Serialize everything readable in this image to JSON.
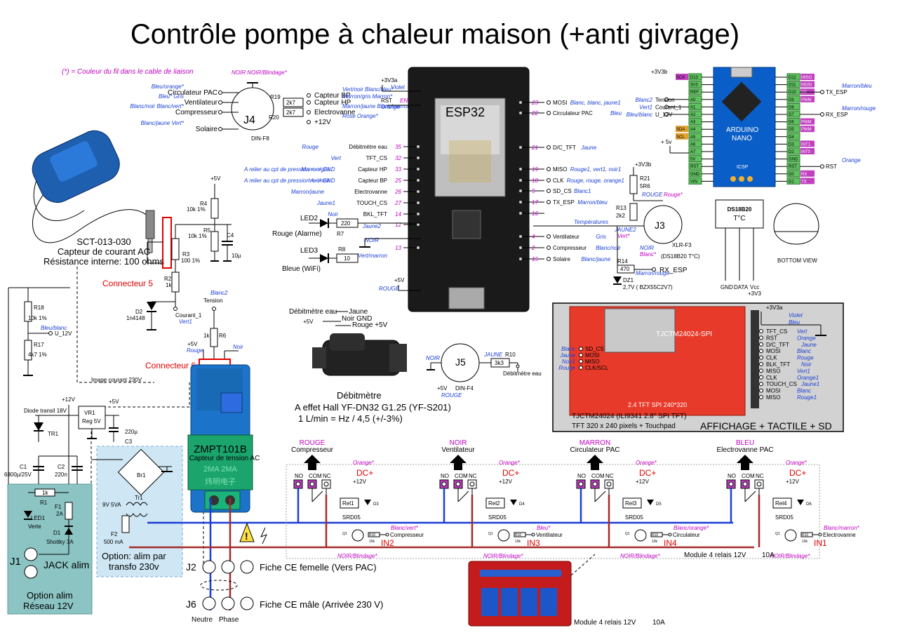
{
  "title": "Contrôle pompe à chaleur maison (+anti givrage)",
  "note": "(*) = Couleur du fil dans le cable de liaison",
  "sensor": {
    "model": "SCT-013-030",
    "line1": "Capteur de courant AC",
    "line2": "Résistance interne: 100 ohms",
    "connector": "Connecteur 5"
  },
  "j4": {
    "name": "J4",
    "type": "DIN-F8",
    "left": [
      {
        "label": "Circulateur PAC",
        "color": "Bleu/orange*"
      },
      {
        "label": "Ventilateur",
        "color": "Bleu* Gris"
      },
      {
        "label": "Compresseur",
        "color": "Blanc/noir Blanc/vert*"
      },
      {
        "label": "Solaire",
        "color": "Blanc/jaune Vert*"
      }
    ],
    "right": [
      {
        "label": "Capteur BP",
        "color": "Vert/noir Blanc/bleu*"
      },
      {
        "label": "Capteur HP",
        "color": "Marron/gris Marron*"
      },
      {
        "label": "Electrovanne",
        "color": "Marron/jaune Blanc/marron*"
      },
      {
        "label": "+12V",
        "color": "Rose Orange*"
      }
    ],
    "top": "NOIR NOIR/Blindage*",
    "r19": "R19",
    "r20": "R20",
    "rv": "2k7"
  },
  "esp": {
    "name": "ESP32",
    "v": "+3V3a",
    "vcolor": "Violet",
    "rst": "RST",
    "rstcolor": "Orange",
    "en": "EN",
    "gnd": "+5V",
    "gndcolor": "ROUGE",
    "left": [
      {
        "label": "Débitmètre eau",
        "color": "Rouge",
        "pin": "35"
      },
      {
        "label": "TFT_CS",
        "color": "Vert",
        "pin": "32"
      },
      {
        "label": "Capteur HP",
        "color": "Marron/gris",
        "pin": "33",
        "note": "A relier au cpt de pression <--> GND"
      },
      {
        "label": "Capteur BP",
        "color": "Vert/noir",
        "pin": "25",
        "note": "A relier au cpt de pression <--> GND"
      },
      {
        "label": "Electrovanne",
        "color": "Marron/jaune",
        "pin": "26"
      },
      {
        "label": "TOUCH_CS",
        "color": "Jaune1",
        "pin": "27"
      },
      {
        "label": "BKL_TFT",
        "color": "Noir",
        "pin": "14"
      },
      {
        "label": "",
        "color": "Jaune2",
        "pin": "12"
      },
      {
        "label": "",
        "color": "NOIR",
        "pin": "13"
      }
    ],
    "right": [
      {
        "label": "MOSI",
        "color": "Blanc, blanc, jaune1",
        "pin": "23"
      },
      {
        "label": "Circulateur PAC",
        "color": "Bleu",
        "pin": "22"
      },
      {
        "label": "D/C_TFT",
        "color": "Jaune",
        "pin": "21"
      },
      {
        "label": "MISO",
        "color": "Rouge1, vert1, noir1",
        "pin": "19"
      },
      {
        "label": "CLK",
        "color": "Rouge, rouge, orange1",
        "pin": "18"
      },
      {
        "label": "SD_CS",
        "color": "Blanc1",
        "pin": "5"
      },
      {
        "label": "TX_ESP",
        "color": "Marron/bleu",
        "pin": "17"
      },
      {
        "label": "",
        "color": "Températures",
        "pin": "16"
      },
      {
        "label": "Ventilateur",
        "color": "Gris",
        "pin": "4"
      },
      {
        "label": "Compresseur",
        "color": "Blanc/noir",
        "pin": "2"
      },
      {
        "label": "Solaire",
        "color": "Blanc/jaune",
        "pin": "15"
      }
    ]
  },
  "leds": {
    "led2": "LED2",
    "led2desc": "Rouge (Alarme)",
    "r7": "R7",
    "r7v": "220",
    "led3": "LED3",
    "led3desc": "Bleue (WiFi)",
    "r8": "R8",
    "r8v": "10",
    "r8color": "Vert/marron"
  },
  "nano": {
    "name": "ARDUINO",
    "name2": "NANO",
    "v": "+3V3b",
    "v5": "+ 5v",
    "left": [
      {
        "label": "Tension",
        "color": "Blanc2",
        "pin": "A0"
      },
      {
        "label": "Courant_1",
        "color": "Vert1",
        "pin": "A1"
      },
      {
        "label": "U_12V",
        "color": "Bleu/blanc",
        "pin": "A2"
      }
    ],
    "right": [
      {
        "label": "TX_ESP",
        "color": "Marron/bleu",
        "pin": "D10"
      },
      {
        "label": "RX_ESP",
        "color": "Marron/rouge",
        "pin": "D7"
      },
      {
        "label": "RST",
        "color": "Orange",
        "pin": "RST"
      }
    ],
    "pinsL": [
      "D13",
      "3V3",
      "REF",
      "A0",
      "A1",
      "A2",
      "A3",
      "A4",
      "A5",
      "A6",
      "A7",
      "5V",
      "RST",
      "GND",
      "VIN"
    ],
    "pinsR": [
      "D12",
      "D11",
      "D10",
      "D9",
      "D8",
      "D7",
      "D6",
      "D5",
      "D4",
      "D3",
      "D2",
      "GND",
      "RST",
      "D0",
      "D1"
    ],
    "tagsL": [
      "SCK",
      "",
      "",
      "",
      "",
      "",
      "",
      "SDA",
      "SCL"
    ],
    "tagsR": [
      "MISO",
      "MOSI",
      "SS",
      "PWM",
      "",
      "",
      "PWM",
      "PWM",
      "",
      "INT1",
      "INT0",
      "",
      "",
      "RX",
      "TX"
    ],
    "icsp": "ICSP"
  },
  "temp": {
    "v": "+3V3b",
    "r21": "R21",
    "r21v": "5R6",
    "r13": "R13",
    "r13v": "2k2",
    "r14": "R14",
    "r14v": "470",
    "j3": "J3",
    "j3type": "XLR-F3",
    "j3desc": "(DS18B20  T°C)",
    "c1": "ROUGE",
    "c1b": "Rouge*",
    "c2": "JAUNE2",
    "c2b": "Vert*",
    "c3": "NOIR",
    "c3b": "Blanc*",
    "rx": "RX_ESP",
    "rxcolor": "Marron/rouge",
    "dz": "DZ1",
    "dzdesc": "2,7V ( BZX55C2V7)"
  },
  "ds": {
    "name": "DS18B20",
    "unit": "T°C",
    "pins": [
      "GND",
      "DATA",
      "Vcc"
    ],
    "vcc": "+3V3",
    "view": "BOTTOM VIEW"
  },
  "analog": {
    "r4": "R4",
    "r4v": "10k 1%",
    "r5": "R5",
    "r5v": "10k 1%",
    "r3": "R3",
    "r3v": "100 1%",
    "r2": "R2",
    "r2v": "1k",
    "c4": "C4",
    "c4v": "10µ",
    "d2": "D2",
    "d2v": "1n4148",
    "v5": "+5V",
    "courant": "Courant_1",
    "courantc": "Vert1"
  },
  "tension": {
    "label": "Tension",
    "color": "Blanc2",
    "r6": "R6",
    "r6v": "1k",
    "v5": "+5V",
    "c1": "Rouge",
    "c2": "Noir",
    "connector": "Connecteur 6"
  },
  "u12": {
    "r18": "R18",
    "r18v": "10k 1%",
    "r17": "R17",
    "r17v": "4k7 1%",
    "label": "U_12V",
    "color": "Bleu/blanc"
  },
  "flow": {
    "l1": "Débitmètre eau",
    "l2": "Jaune",
    "l3": "Noir GND",
    "l4": "Rouge +5V",
    "v5": "+5V",
    "t1": "Débitmètre",
    "t2": "A effet Hall YF-DN32 G1.25 (YF-S201)",
    "t3": "1 L/min =  Hz / 4,5 (+/-3%)",
    "j5": "J5",
    "j5type": "DIN-F4",
    "r10": "R10",
    "r10v": "3k3",
    "out": "Débitmètre eau",
    "cj": "JAUNE",
    "cn": "NOIR",
    "cr": "ROUGE",
    "v5b": "+5V"
  },
  "tft": {
    "v": "+3V3a",
    "vc": "Violet",
    "t1": "TJCTM24024 (ILI9341 2.8\" SPI TFT)",
    "t2": "TFT 320 x 240 pixels + Touchpad",
    "t3": "AFFICHAGE + TACTILE + SD",
    "board": "TJCTM24024-SPI",
    "sub": "2.4  TFT  SPI  240*320",
    "pins": [
      {
        "label": "TFT_CS",
        "color": "Vert"
      },
      {
        "label": "RST",
        "color": "Orange"
      },
      {
        "label": "D/C_TFT",
        "color": "Jaune"
      },
      {
        "label": "MOSI",
        "color": "Blanc"
      },
      {
        "label": "CLK",
        "color": "Rouge"
      },
      {
        "label": "BLK_TFT",
        "color": "Noir"
      },
      {
        "label": "MISO",
        "color": "Vert1"
      },
      {
        "label": "CLK",
        "color": "Orange1"
      },
      {
        "label": "TOUCH_CS",
        "color": "Jaune1"
      },
      {
        "label": "MOSI",
        "color": "Blanc"
      },
      {
        "label": "MISO",
        "color": "Rouge1"
      }
    ],
    "vpins": [
      {
        "label": "",
        "color": "Bleu"
      }
    ],
    "sd": [
      {
        "label": "SD_CS",
        "color": "Blanc"
      },
      {
        "label": "MOSI",
        "color": "Jaune"
      },
      {
        "label": "MISO",
        "color": "Noir1"
      },
      {
        "label": "CLK/SCL",
        "color": "Rouge"
      }
    ]
  },
  "power": {
    "v12": "+12V",
    "v5": "+5V",
    "diode": "Diode transil 18V",
    "tr1": "TR1",
    "vr1": "VR1",
    "vr1d": "Reg 5V",
    "c3": "C3",
    "c3v": "220µ",
    "c1": "C1",
    "c1v": "6800µ/25V",
    "c2": "C2",
    "c2v": "220n",
    "r1": "R1",
    "r1v": "1k",
    "led1": "LED1",
    "led1d": "Verte",
    "f1": "F1",
    "f1v": "2A",
    "d1": "D1",
    "d1v": "Shottky 3A",
    "j1": "J1",
    "jack": "JACK alim",
    "opt1": "Option alim",
    "opt2": "Réseau 12V",
    "image": "Image courant 230V"
  },
  "transfo": {
    "br1": "Br1",
    "tr1": "Tr1",
    "tr1v": "9V 5VA",
    "f2": "F2",
    "f2v": "500 mA",
    "opt1": "Option: alim par",
    "opt2": "transfo 230v"
  },
  "zmpt": {
    "name": "ZMPT101B",
    "desc": "Capteur de tension AC",
    "chip": "2MA  2MA",
    "brand": "炜明电子"
  },
  "relays": [
    {
      "color": "ROUGE",
      "name": "Compresseur",
      "rel": "Rel1",
      "d": "D3",
      "in": "IN2",
      "wire": "Blanc/vert*",
      "sig": "Compresseur",
      "dc": "Orange*"
    },
    {
      "color": "NOIR",
      "name": "Ventilateur",
      "rel": "Rel2",
      "d": "D4",
      "in": "IN3",
      "wire": "Bleu*",
      "sig": "Ventilateur",
      "dc": "Orange*"
    },
    {
      "color": "MARRON",
      "name": "Circulateur PAC",
      "rel": "Rel3",
      "d": "D5",
      "in": "IN4",
      "wire": "Blanc/orange*",
      "sig": "Circulateur",
      "dc": "Orange*"
    },
    {
      "color": "BLEU",
      "name": "Electrovanne PAC",
      "rel": "Rel4",
      "d": "D6",
      "in": "IN1",
      "wire": "Blanc/marron*",
      "sig": "Electrovanne",
      "dc": "Orange*"
    }
  ],
  "relaycommon": {
    "no": "NO",
    "com": "COM",
    "nc": "NC",
    "dc": "DC+",
    "v12": "+12V",
    "srd": "SRD05",
    "q": "Q1",
    "r": "R10",
    "rv": "10k",
    "gnd": "NOIR/Blindage*",
    "module": "Module 4 relais 12V",
    "amp": "10A"
  },
  "mains": {
    "j2": "J2",
    "j6": "J6",
    "f1": "Fiche CE femelle (Vers PAC)",
    "f2": "Fiche CE mâle (Arrivée 230 V)",
    "n": "Neutre",
    "p": "Phase",
    "module": "Module 4 relais 12V",
    "amp": "10A"
  },
  "colors": {
    "esp": "#111111",
    "nano": "#0a5ec7",
    "tft": "#e83a2a",
    "zmpt": "#1ba56d",
    "relay": "#c41c1c",
    "powerbg": "#8cc4c4",
    "transfobg": "#cfe7f5",
    "ac": "#a52a2a",
    "neutral": "#1a3fd6",
    "magenta": "#c000c0"
  }
}
